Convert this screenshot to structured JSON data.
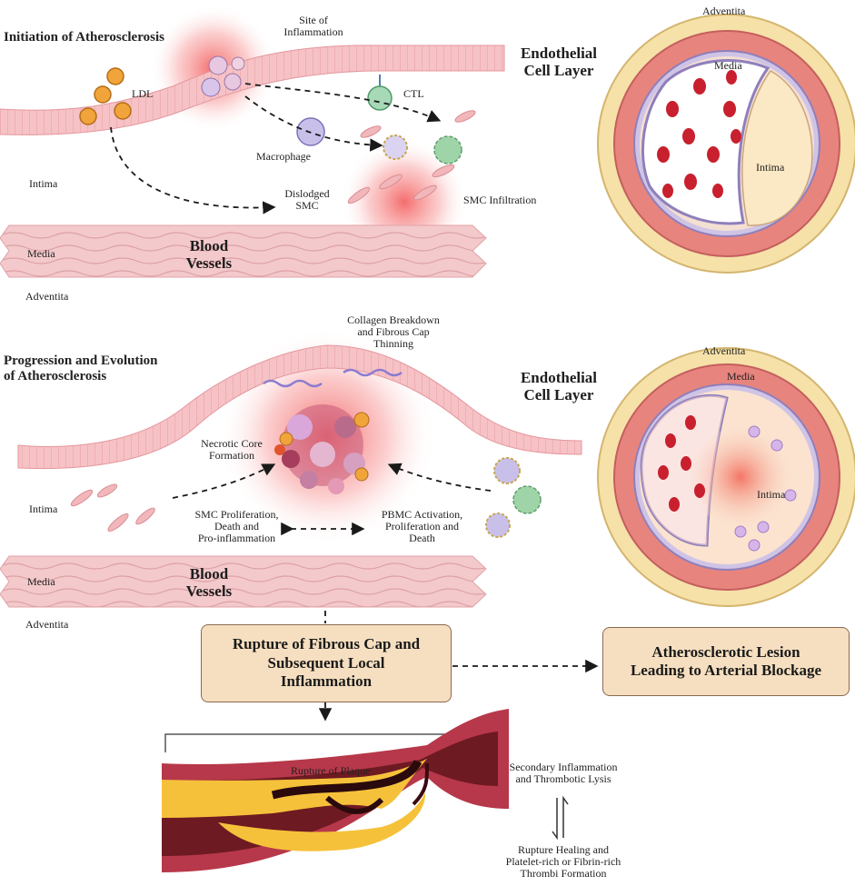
{
  "panel1": {
    "title": "Initiation of Atherosclerosis",
    "site_of_inflammation": "Site of\nInflammation",
    "ldl": "LDL",
    "ctl": "CTL",
    "macrophage": "Macrophage",
    "endothelial": "Endothelial\nCell Layer",
    "intima": "Intima",
    "dislodged_smc": "Dislodged\nSMC",
    "smc_infiltration": "SMC Infiltration",
    "media": "Media",
    "blood_vessels": "Blood\nVessels",
    "adventita": "Adventita"
  },
  "cross1": {
    "adventita": "Adventita",
    "media": "Media",
    "intima": "Intima"
  },
  "panel2": {
    "title": "Progression and Evolution\nof Atherosclerosis",
    "collagen": "Collagen Breakdown\nand Fibrous Cap\nThinning",
    "endothelial": "Endothelial\nCell Layer",
    "necrotic": "Necrotic Core\nFormation",
    "intima": "Intima",
    "smc_prolif": "SMC Proliferation,\nDeath and\nPro-inflammation",
    "pbmc": "PBMC Activation,\nProliferation and\nDeath",
    "media": "Media",
    "blood_vessels": "Blood\nVessels",
    "adventita": "Adventita"
  },
  "cross2": {
    "adventita": "Adventita",
    "media": "Media",
    "intima": "Intima"
  },
  "boxes": {
    "rupture": "Rupture of Fibrous Cap and\nSubsequent Local\nInflammation",
    "lesion": "Atherosclerotic Lesion\nLeading to Arterial Blockage"
  },
  "bottom": {
    "rupture_plaque": "Rupture of Plaque",
    "secondary": "Secondary Inflammation\nand Thrombotic Lysis",
    "healing": "Rupture Healing and\nPlatelet-rich or Fibrin-rich\nThrombi Formation"
  },
  "colors": {
    "endothelium": "#f4b9bd",
    "media": "#f0c4c6",
    "inflammation": "#f04a4a",
    "box_fill": "#f6dfc0",
    "plaque": "#f7d99a"
  }
}
